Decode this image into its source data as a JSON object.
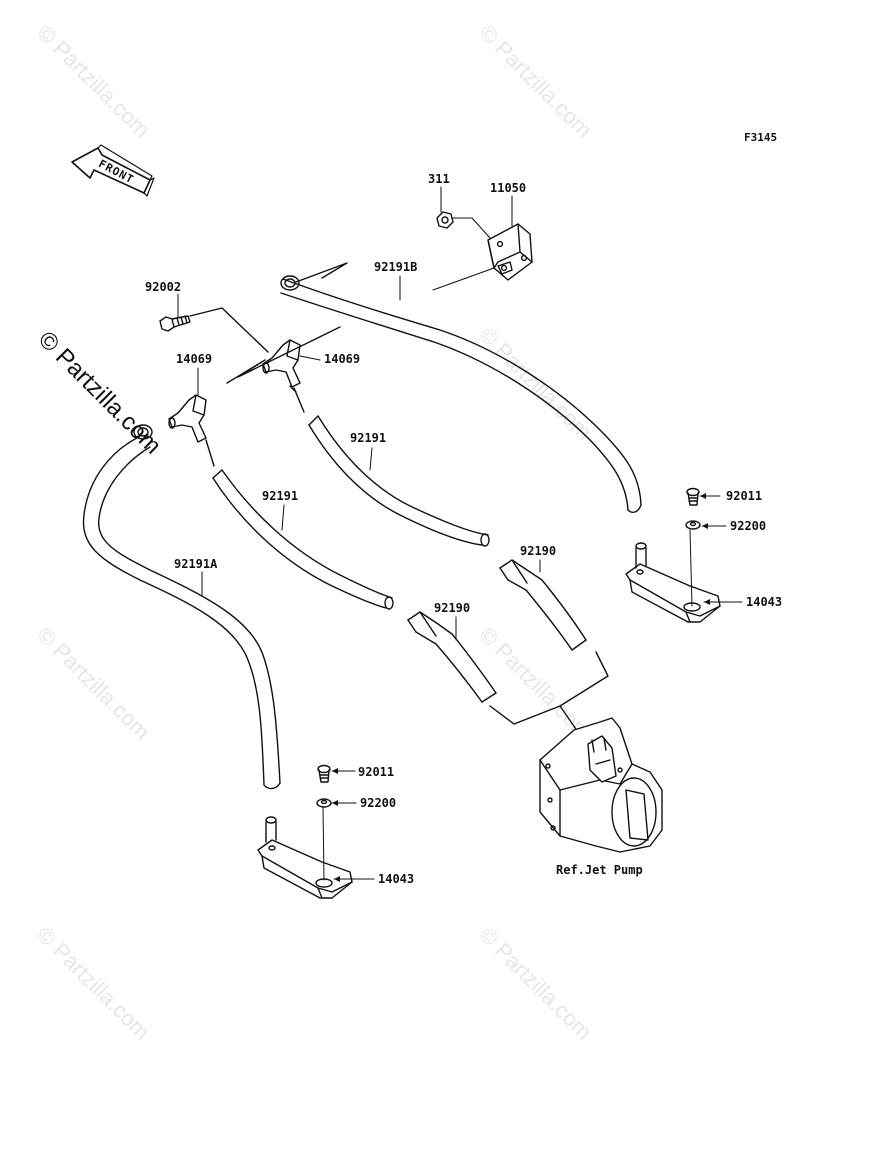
{
  "diagram": {
    "figure_code": "F3145",
    "front_label": "FRONT",
    "callouts": {
      "p311": "311",
      "p11050": "11050",
      "p92191b": "92191B",
      "p92002": "92002",
      "p14069_left": "14069",
      "p14069_right": "14069",
      "p92191_upper": "92191",
      "p92191_lower": "92191",
      "p92191a": "92191A",
      "p92190_right": "92190",
      "p92190_left": "92190",
      "p92011_right": "92011",
      "p92200_right": "92200",
      "p14043_right": "14043",
      "p92011_left": "92011",
      "p92200_left": "92200",
      "p14043_left": "14043",
      "ref_jet_pump": "Ref.Jet Pump"
    }
  },
  "watermark": {
    "main": "© Partzilla.com",
    "faint": "© Partzilla.com"
  },
  "colors": {
    "ink": "#111111",
    "watermark": "#e6e6e6"
  }
}
